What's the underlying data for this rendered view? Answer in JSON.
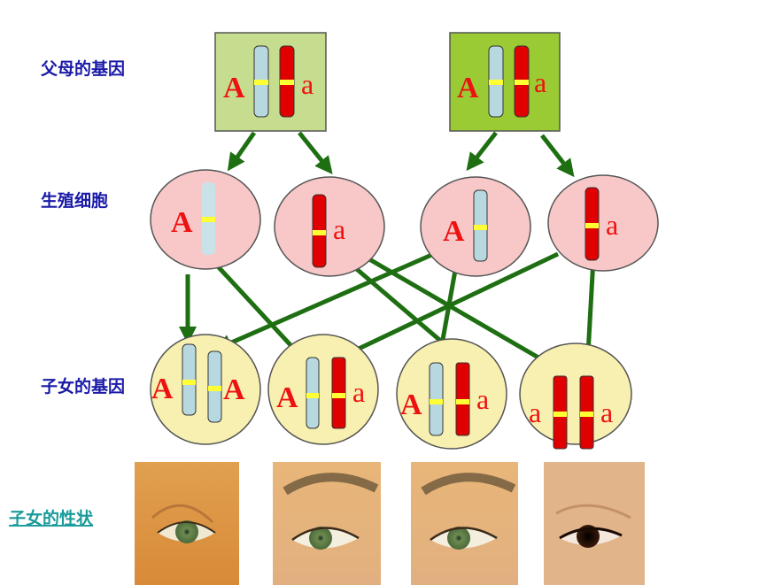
{
  "labels": {
    "parents": "父母的基因",
    "gametes": "生殖细胞",
    "children": "子女的基因",
    "traits": "子女的性状"
  },
  "genes": {
    "dominant": "A",
    "recessive": "a"
  },
  "parents": [
    {
      "genotype": "Aa",
      "left": "A",
      "right": "a",
      "color": "#c6dc8e"
    },
    {
      "genotype": "Aa",
      "left": "A",
      "right": "a",
      "color": "#9acb34"
    }
  ],
  "gametes": [
    {
      "allele": "A"
    },
    {
      "allele": "a"
    },
    {
      "allele": "A"
    },
    {
      "allele": "a"
    }
  ],
  "children": [
    {
      "genotype": "AA",
      "left": "A",
      "right": "A"
    },
    {
      "genotype": "Aa",
      "left": "A",
      "right": "a"
    },
    {
      "genotype": "Aa",
      "left": "A",
      "right": "a"
    },
    {
      "genotype": "aa",
      "left": "a",
      "right": "a"
    }
  ],
  "traits": [
    {
      "eye": "light-green",
      "color": "#7e9a5a"
    },
    {
      "eye": "light-green",
      "color": "#7e9a5a"
    },
    {
      "eye": "light-green",
      "color": "#7e9a5a"
    },
    {
      "eye": "dark-brown",
      "color": "#2a1208"
    }
  ],
  "colors": {
    "arrow": "#1e6e12",
    "label": "#1a1aa8",
    "gamete_fill": "#f8c8c8",
    "child_fill": "#f8f0b0",
    "dominant_chrom": "#b8d8e0",
    "recessive_chrom": "#e00000",
    "band": "#ffff33"
  }
}
